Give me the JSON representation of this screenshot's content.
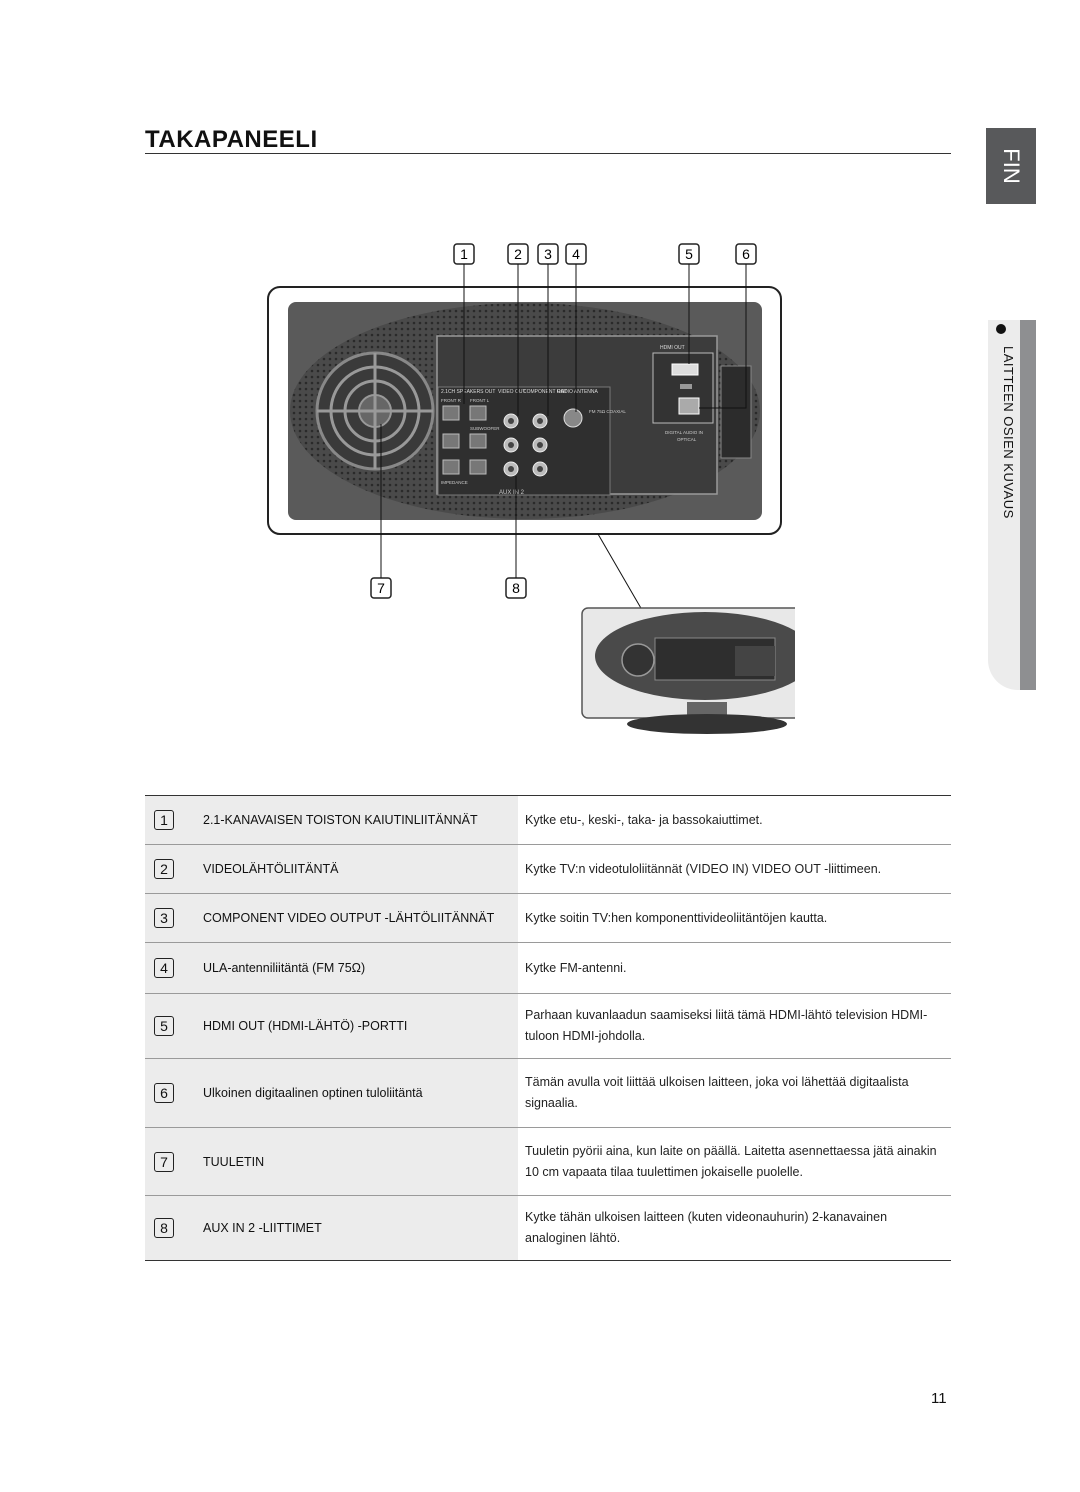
{
  "page": {
    "title": "TAKAPANEELI",
    "language_tab": "FIN",
    "section_tab": "LAITTEEN OSIEN KUVAUS",
    "page_number": "11"
  },
  "figure": {
    "callouts": [
      "1",
      "2",
      "3",
      "4",
      "5",
      "6",
      "7",
      "8"
    ],
    "panel_labels": {
      "speakers_out": "2.1CH SPEAKERS OUT",
      "front_r": "FRONT R",
      "front_l": "FRONT L",
      "subwoofer": "SUBWOOFER",
      "impedance": "IMPEDANCE",
      "video_out": "VIDEO OUT",
      "component_out": "COMPONENT OUT",
      "radio_antenna": "RADIO ANTENNA",
      "fm_75": "FM 75Ω COAXIAL",
      "aux_in": "AUX IN 2",
      "hdmi_out": "HDMI OUT",
      "digital_audio_in": "DIGITAL AUDIO IN",
      "optical": "OPTICAL"
    }
  },
  "items": [
    {
      "num": "1",
      "label": "2.1-KANAVAISEN TOISTON KAIUTINLIITÄNNÄT",
      "desc": "Kytke etu-, keski-, taka- ja bassokaiuttimet."
    },
    {
      "num": "2",
      "label": "VIDEOLÄHTÖLIITÄNTÄ",
      "desc": "Kytke TV:n videotuloliitännät (VIDEO IN) VIDEO OUT -liittimeen."
    },
    {
      "num": "3",
      "label": "COMPONENT VIDEO OUTPUT -LÄHTÖLIITÄNNÄT",
      "desc": "Kytke soitin TV:hen komponenttivideoliitäntöjen kautta."
    },
    {
      "num": "4",
      "label": "ULA-antenniliitäntä (FM 75Ω)",
      "desc": "Kytke FM-antenni."
    },
    {
      "num": "5",
      "label": "HDMI OUT (HDMI-LÄHTÖ) -PORTTI",
      "desc": "Parhaan kuvanlaadun saamiseksi liitä tämä HDMI-lähtö television HDMI-tuloon HDMI-johdolla."
    },
    {
      "num": "6",
      "label": "Ulkoinen digitaalinen optinen tuloliitäntä",
      "desc": "Tämän avulla voit liittää ulkoisen laitteen, joka voi lähettää digitaalista signaalia."
    },
    {
      "num": "7",
      "label": "TUULETIN",
      "desc": "Tuuletin pyörii aina, kun laite on päällä. Laitetta asennettaessa jätä ainakin 10 cm vapaata tilaa tuulettimen jokaiselle puolelle."
    },
    {
      "num": "8",
      "label": "AUX IN 2 -LIITTIMET",
      "desc": "Kytke tähän ulkoisen laitteen (kuten videonauhurin) 2-kanavainen analoginen lähtö."
    }
  ]
}
